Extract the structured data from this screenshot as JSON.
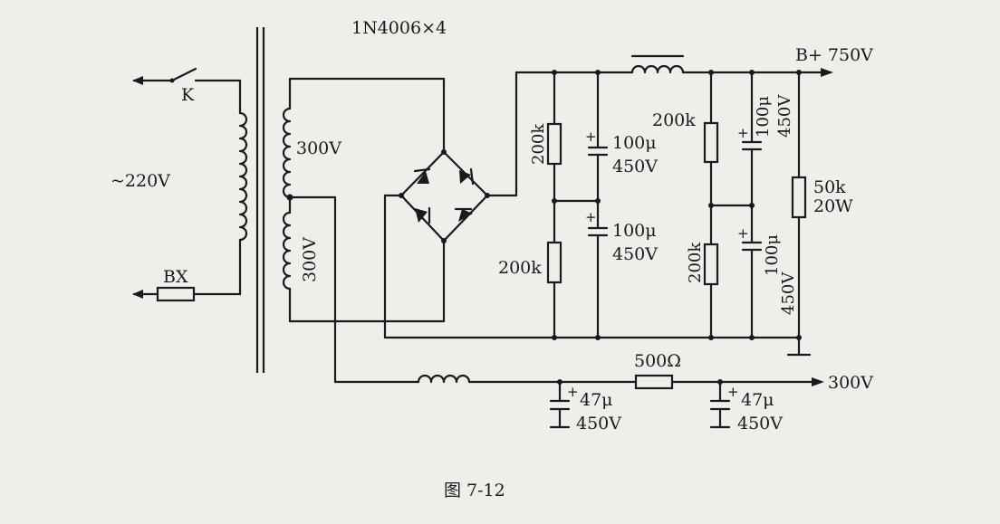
{
  "figure": {
    "caption": "图  7-12",
    "rectifier_label": "1N4006×4",
    "output_high": "B+ 750V",
    "output_low": "300V",
    "mains": "~220V",
    "switch": "K",
    "fuse": "BX",
    "winding_upper": "300V",
    "winding_lower": "300V",
    "filter_resistor": "500Ω",
    "bleeder_resistor": [
      "50k",
      "20W"
    ],
    "divider_resistor": "200k",
    "cap_100": [
      "100μ",
      "450V"
    ],
    "cap_47": [
      "47μ",
      "450V"
    ]
  }
}
